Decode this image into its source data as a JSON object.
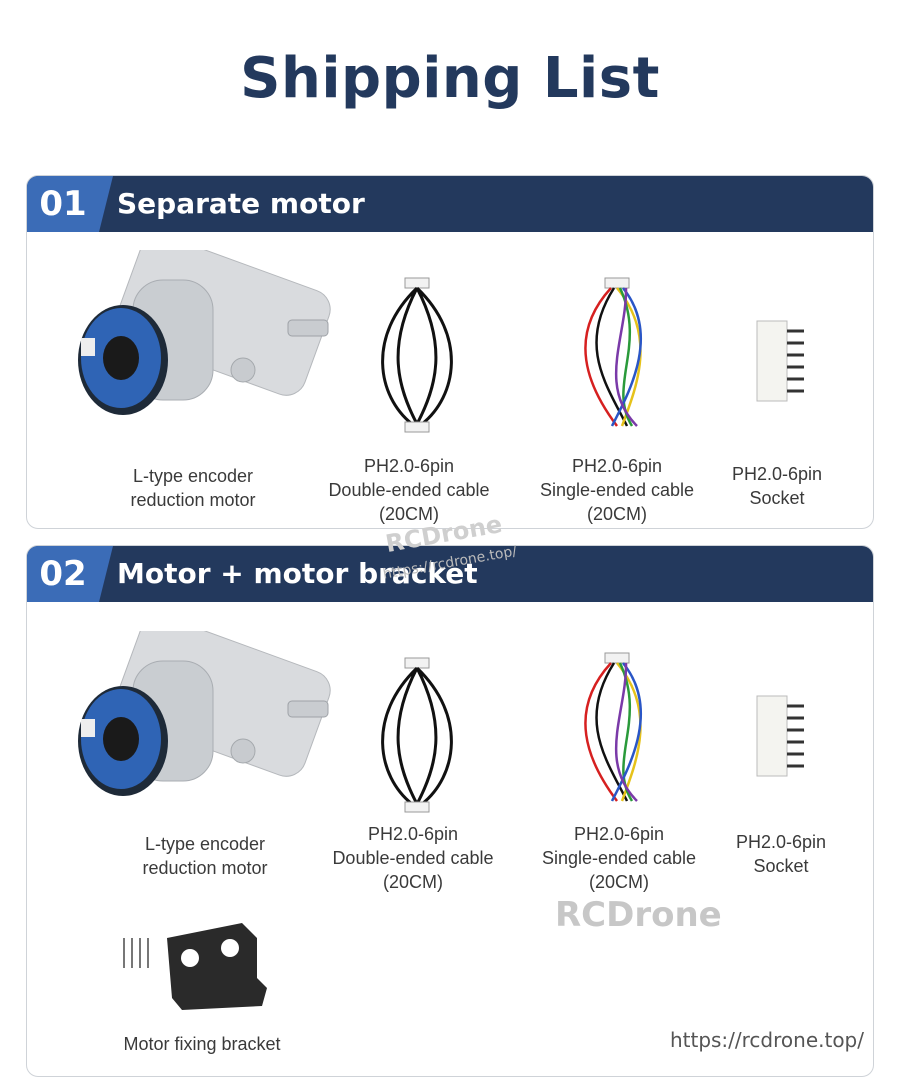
{
  "title": "Shipping List",
  "sections": [
    {
      "number": "01",
      "title": "Separate motor",
      "items": [
        {
          "caption": "L-type encoder\nreduction motor"
        },
        {
          "caption": "PH2.0-6pin\nDouble-ended cable\n(20CM)"
        },
        {
          "caption": "PH2.0-6pin\nSingle-ended cable\n(20CM)"
        },
        {
          "caption": "PH2.0-6pin\nSocket"
        }
      ]
    },
    {
      "number": "02",
      "title": "Motor + motor bracket",
      "items": [
        {
          "caption": "L-type encoder\nreduction motor"
        },
        {
          "caption": "PH2.0-6pin\nDouble-ended cable\n(20CM)"
        },
        {
          "caption": "PH2.0-6pin\nSingle-ended cable\n(20CM)"
        },
        {
          "caption": "PH2.0-6pin\nSocket"
        },
        {
          "caption": "Motor fixing bracket"
        }
      ]
    }
  ],
  "watermark": {
    "brand": "RCDrone",
    "url": "https://rcdrone.top/",
    "url_small": "https://rcdrone.top/"
  },
  "colors": {
    "title": "#23395d",
    "header": "#23395d",
    "number_tab": "#3b6cb7"
  }
}
